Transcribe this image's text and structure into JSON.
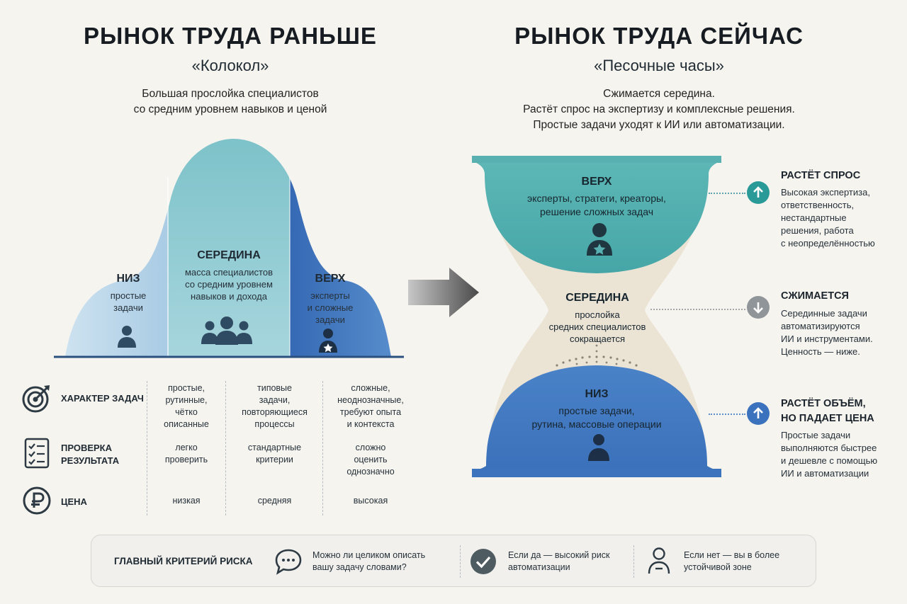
{
  "left": {
    "title": "РЫНОК ТРУДА РАНЬШЕ",
    "subtitle": "«Колокол»",
    "lead": [
      "Большая прослойка специалистов",
      "со средним уровнем навыков и ценой"
    ],
    "bands": {
      "low": {
        "title": "НИЗ",
        "text": [
          "простые",
          "задачи"
        ]
      },
      "middle": {
        "title": "СЕРЕДИНА",
        "text": [
          "масса специалистов",
          "со средним уровнем",
          "навыков и дохода"
        ]
      },
      "top": {
        "title": "ВЕРХ",
        "text": [
          "эксперты",
          "и сложные",
          "задачи"
        ]
      }
    },
    "colors": {
      "low": "#bcd8ea",
      "middle": "#86c6cd",
      "top": "#3f78c0"
    }
  },
  "right": {
    "title": "РЫНОК ТРУДА СЕЙЧАС",
    "subtitle": "«Песочные часы»",
    "lead": [
      "Сжимается середина.",
      "Растёт спрос на экспертизу и комплексные решения.",
      "Простые задачи уходят к ИИ или автоматизации."
    ],
    "glass": {
      "top": {
        "title": "ВЕРХ",
        "text": [
          "эксперты, стратеги, креаторы,",
          "решение сложных задач"
        ]
      },
      "middle": {
        "title": "СЕРЕДИНА",
        "text": [
          "прослойка",
          "средних специалистов",
          "сокращается"
        ]
      },
      "bottom": {
        "title": "НИЗ",
        "text": [
          "простые задачи,",
          "рутина, массовые операции"
        ]
      }
    },
    "side": [
      {
        "title": [
          "РАСТЁТ СПРОС"
        ],
        "text": [
          "Высокая экспертиза,",
          "ответственность,",
          "нестандартные",
          "решения, работа",
          "с неопределённостью"
        ],
        "icon": "arrow-up-icon",
        "color": "#2a9a98"
      },
      {
        "title": [
          "СЖИМАЕТСЯ"
        ],
        "text": [
          "Серединные задачи",
          "автоматизируются",
          "ИИ и инструментами.",
          "Ценность — ниже."
        ],
        "icon": "arrow-down-icon",
        "color": "#8f9599"
      },
      {
        "title": [
          "РАСТЁТ ОБЪЁМ,",
          "НО ПАДАЕТ ЦЕНА"
        ],
        "text": [
          "Простые задачи",
          "выполняются быстрее",
          "и дешевле с помощью",
          "ИИ и автоматизации"
        ],
        "icon": "arrow-up-icon",
        "color": "#3b72bd"
      }
    ],
    "colors": {
      "top": "#4fb0b0",
      "middle": "#ece4d6",
      "bottom": "#3f79c2"
    }
  },
  "table": {
    "rows": [
      {
        "label": [
          "ХАРАКТЕР ЗАДАЧ"
        ],
        "icon": "target-icon",
        "cells": [
          [
            "простые,",
            "рутинные,",
            "чётко",
            "описанные"
          ],
          [
            "типовые",
            "задачи,",
            "повторяющиеся",
            "процессы"
          ],
          [
            "сложные,",
            "неоднозначные,",
            "требуют опыта",
            "и контекста"
          ]
        ]
      },
      {
        "label": [
          "ПРОВЕРКА",
          "РЕЗУЛЬТАТА"
        ],
        "icon": "checklist-icon",
        "cells": [
          [
            "легко",
            "проверить"
          ],
          [
            "стандартные",
            "критерии"
          ],
          [
            "сложно",
            "оценить",
            "однозначно"
          ]
        ]
      },
      {
        "label": [
          "ЦЕНА"
        ],
        "icon": "ruble-icon",
        "cells": [
          [
            "низкая"
          ],
          [
            "средняя"
          ],
          [
            "высокая"
          ]
        ]
      }
    ]
  },
  "footer": {
    "label": "ГЛАВНЫЙ КРИТЕРИЙ РИСКА",
    "items": [
      {
        "text": [
          "Можно ли целиком описать",
          "вашу задачу словами?"
        ],
        "icon": "chat-bubble-icon"
      },
      {
        "text": [
          "Если да — высокий риск",
          "автоматизации"
        ],
        "icon": "check-circle-icon"
      },
      {
        "text": [
          "Если нет — вы в более",
          "устойчивой зоне"
        ],
        "icon": "person-icon"
      }
    ]
  }
}
